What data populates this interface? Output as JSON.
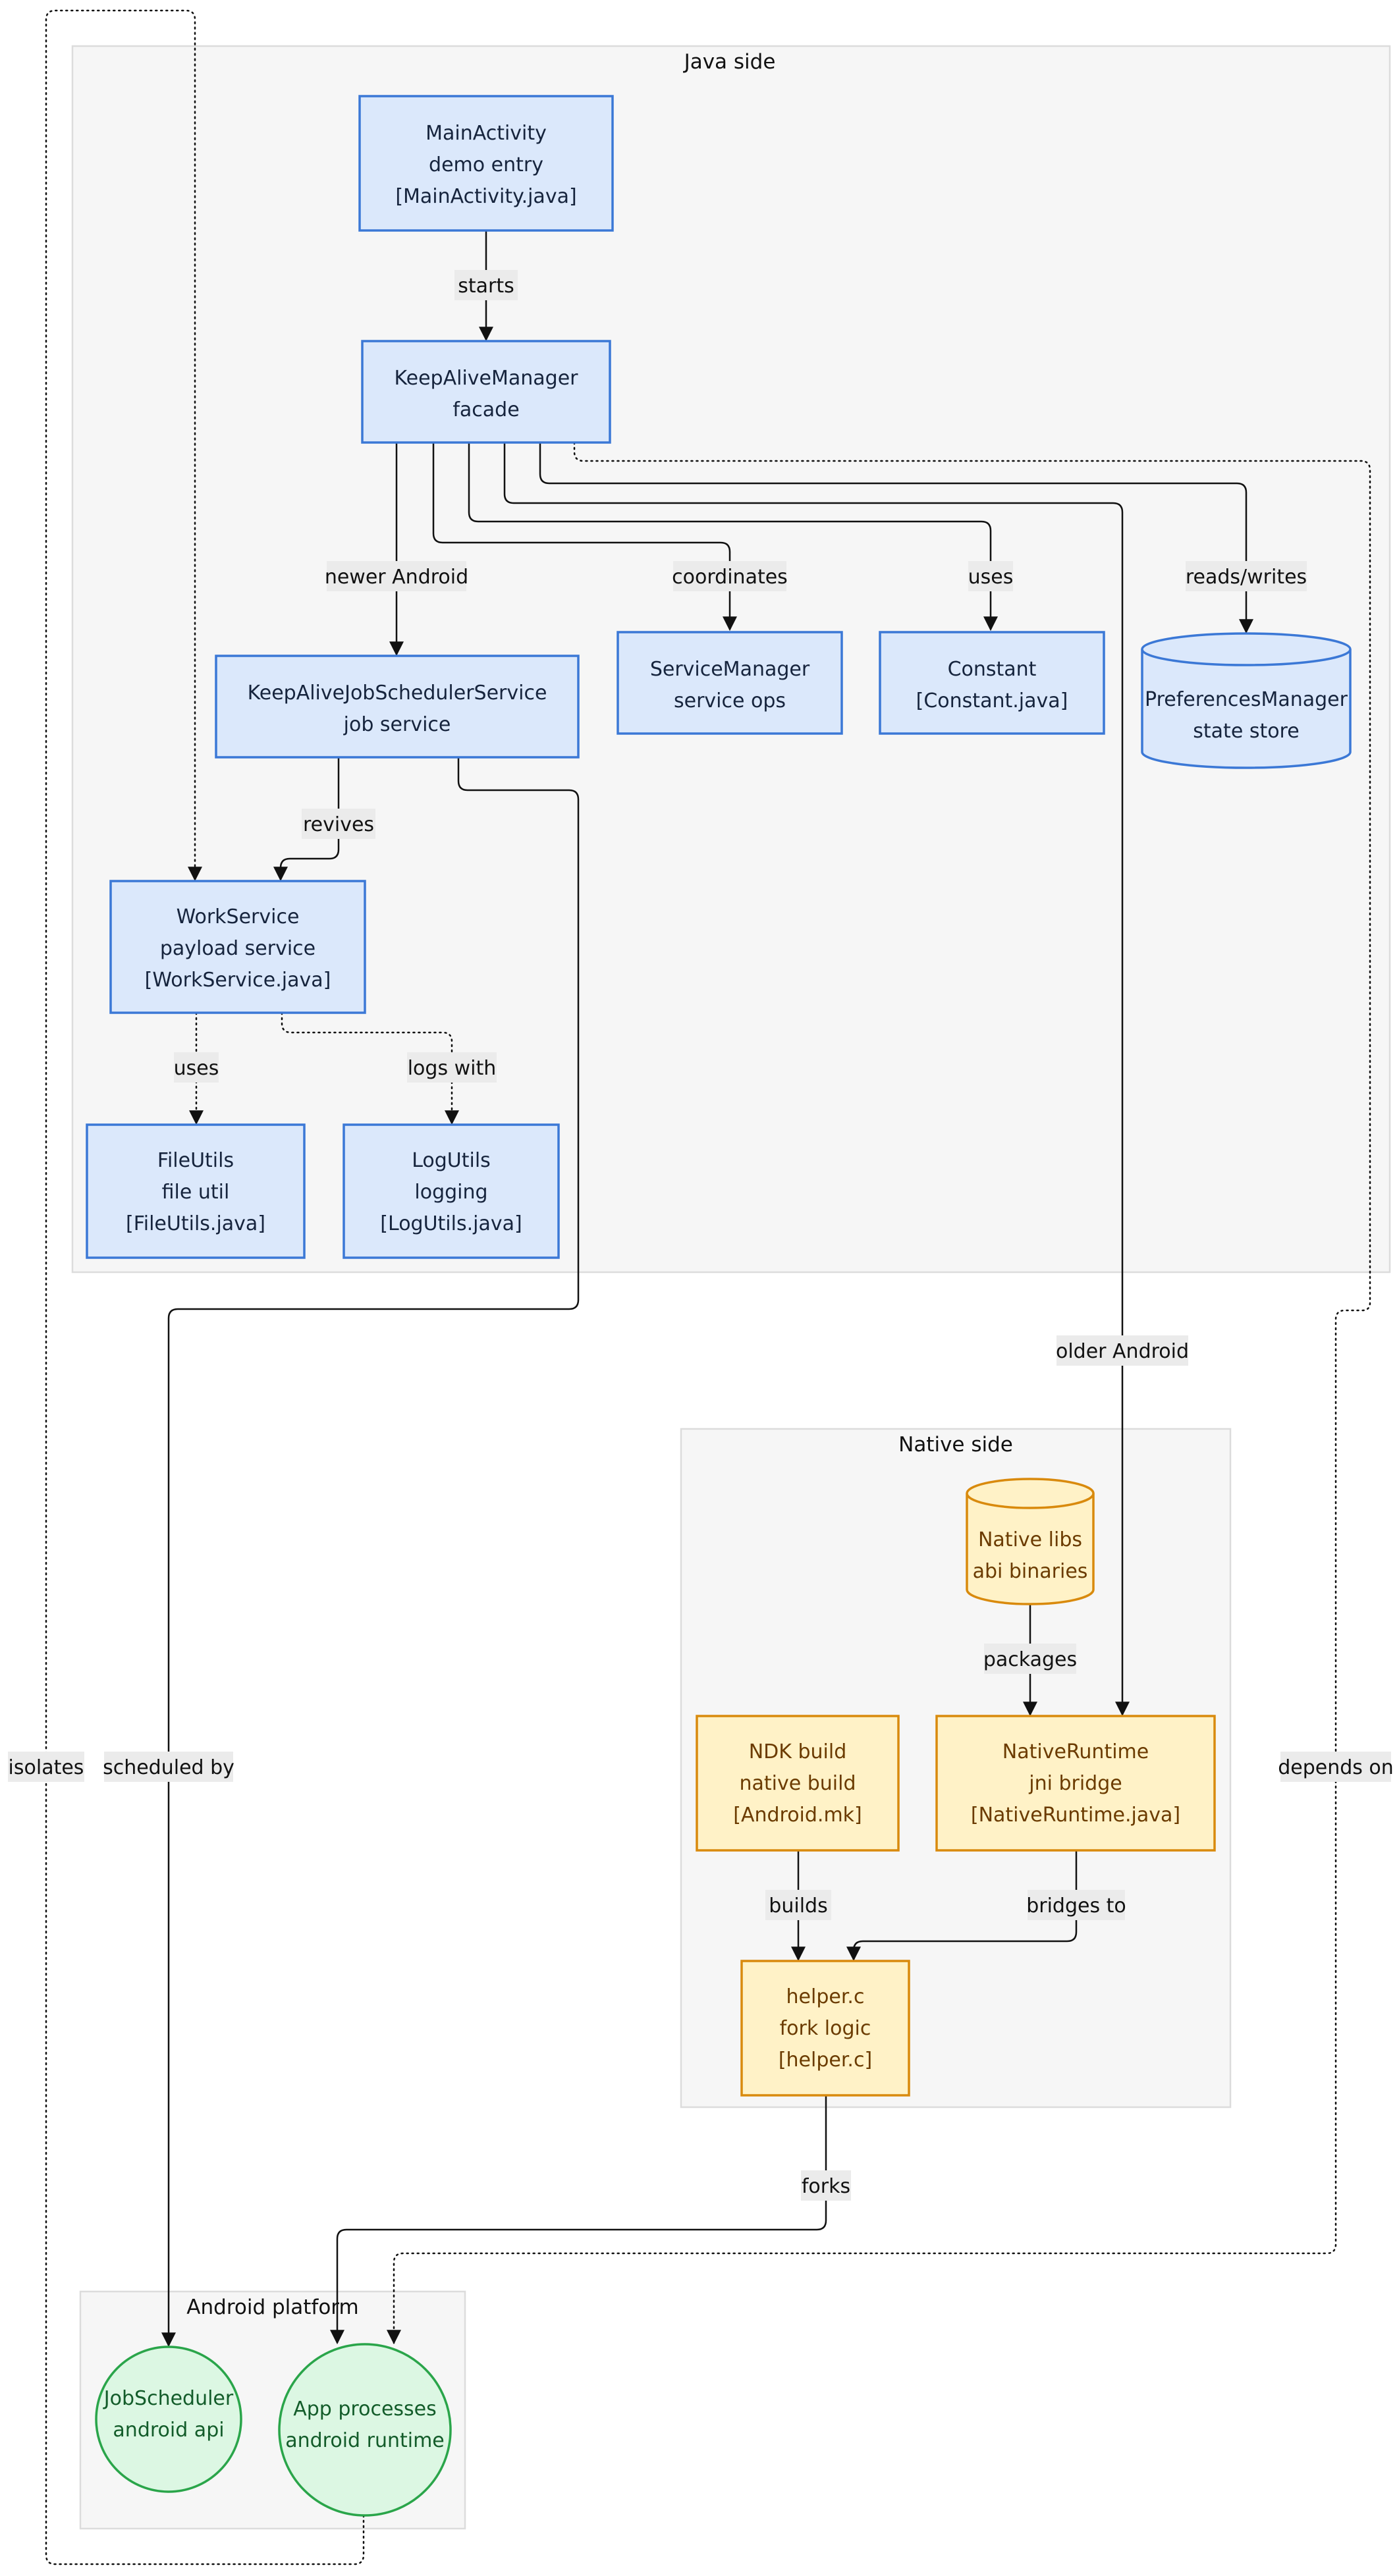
{
  "clusters": {
    "java": "Java side",
    "native": "Native side",
    "platform": "Android platform"
  },
  "nodes": {
    "main_activity": [
      "MainActivity",
      "demo entry",
      "[MainActivity.java]"
    ],
    "keep_alive_manager": [
      "KeepAliveManager",
      "facade"
    ],
    "job_scheduler_service": [
      "KeepAliveJobSchedulerService",
      "job service"
    ],
    "service_manager": [
      "ServiceManager",
      "service ops"
    ],
    "constant": [
      "Constant",
      "[Constant.java]"
    ],
    "preferences_manager": [
      "PreferencesManager",
      "state store"
    ],
    "work_service": [
      "WorkService",
      "payload service",
      "[WorkService.java]"
    ],
    "file_utils": [
      "FileUtils",
      "file util",
      "[FileUtils.java]"
    ],
    "log_utils": [
      "LogUtils",
      "logging",
      "[LogUtils.java]"
    ],
    "native_libs": [
      "Native libs",
      "abi binaries"
    ],
    "ndk_build": [
      "NDK build",
      "native build",
      "[Android.mk]"
    ],
    "native_runtime": [
      "NativeRuntime",
      "jni bridge",
      "[NativeRuntime.java]"
    ],
    "helper_c": [
      "helper.c",
      "fork logic",
      "[helper.c]"
    ],
    "job_scheduler": [
      "JobScheduler",
      "android api"
    ],
    "app_processes": [
      "App processes",
      "android runtime"
    ]
  },
  "edges": {
    "starts": "starts",
    "newer_android": "newer Android",
    "coordinates": "coordinates",
    "uses_constant": "uses",
    "reads_writes": "reads/writes",
    "revives": "revives",
    "uses_file": "uses",
    "logs_with": "logs with",
    "older_android": "older Android",
    "packages": "packages",
    "builds": "builds",
    "bridges_to": "bridges to",
    "forks": "forks",
    "isolates": "isolates",
    "scheduled_by": "scheduled by",
    "depends_on": "depends on"
  }
}
